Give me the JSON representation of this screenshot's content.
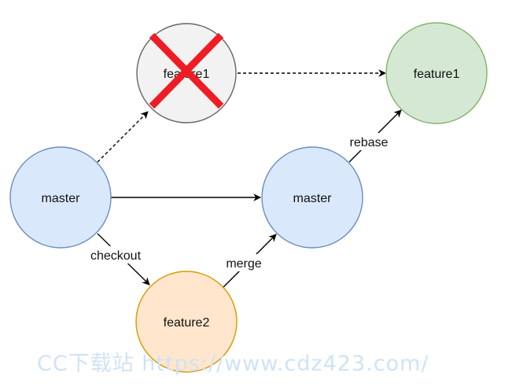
{
  "diagram": {
    "nodes": {
      "feature1_deleted": {
        "label": "feature1",
        "fill": "#f2f2f2",
        "stroke": "#666666",
        "deleted": true,
        "cross_color": "#ef1c25"
      },
      "master_left": {
        "label": "master",
        "fill": "#dae8fc",
        "stroke": "#6c8ebf"
      },
      "feature2": {
        "label": "feature2",
        "fill": "#ffe6cc",
        "stroke": "#d79b00"
      },
      "master_right": {
        "label": "master",
        "fill": "#dae8fc",
        "stroke": "#6c8ebf"
      },
      "feature1_new": {
        "label": "feature1",
        "fill": "#d5e8d4",
        "stroke": "#82b366"
      }
    },
    "edges": {
      "checkout": {
        "label": "checkout"
      },
      "merge": {
        "label": "merge"
      },
      "rebase": {
        "label": "rebase"
      }
    }
  },
  "watermark": {
    "text": "CC下载站 https://www.cdz423.com/"
  }
}
